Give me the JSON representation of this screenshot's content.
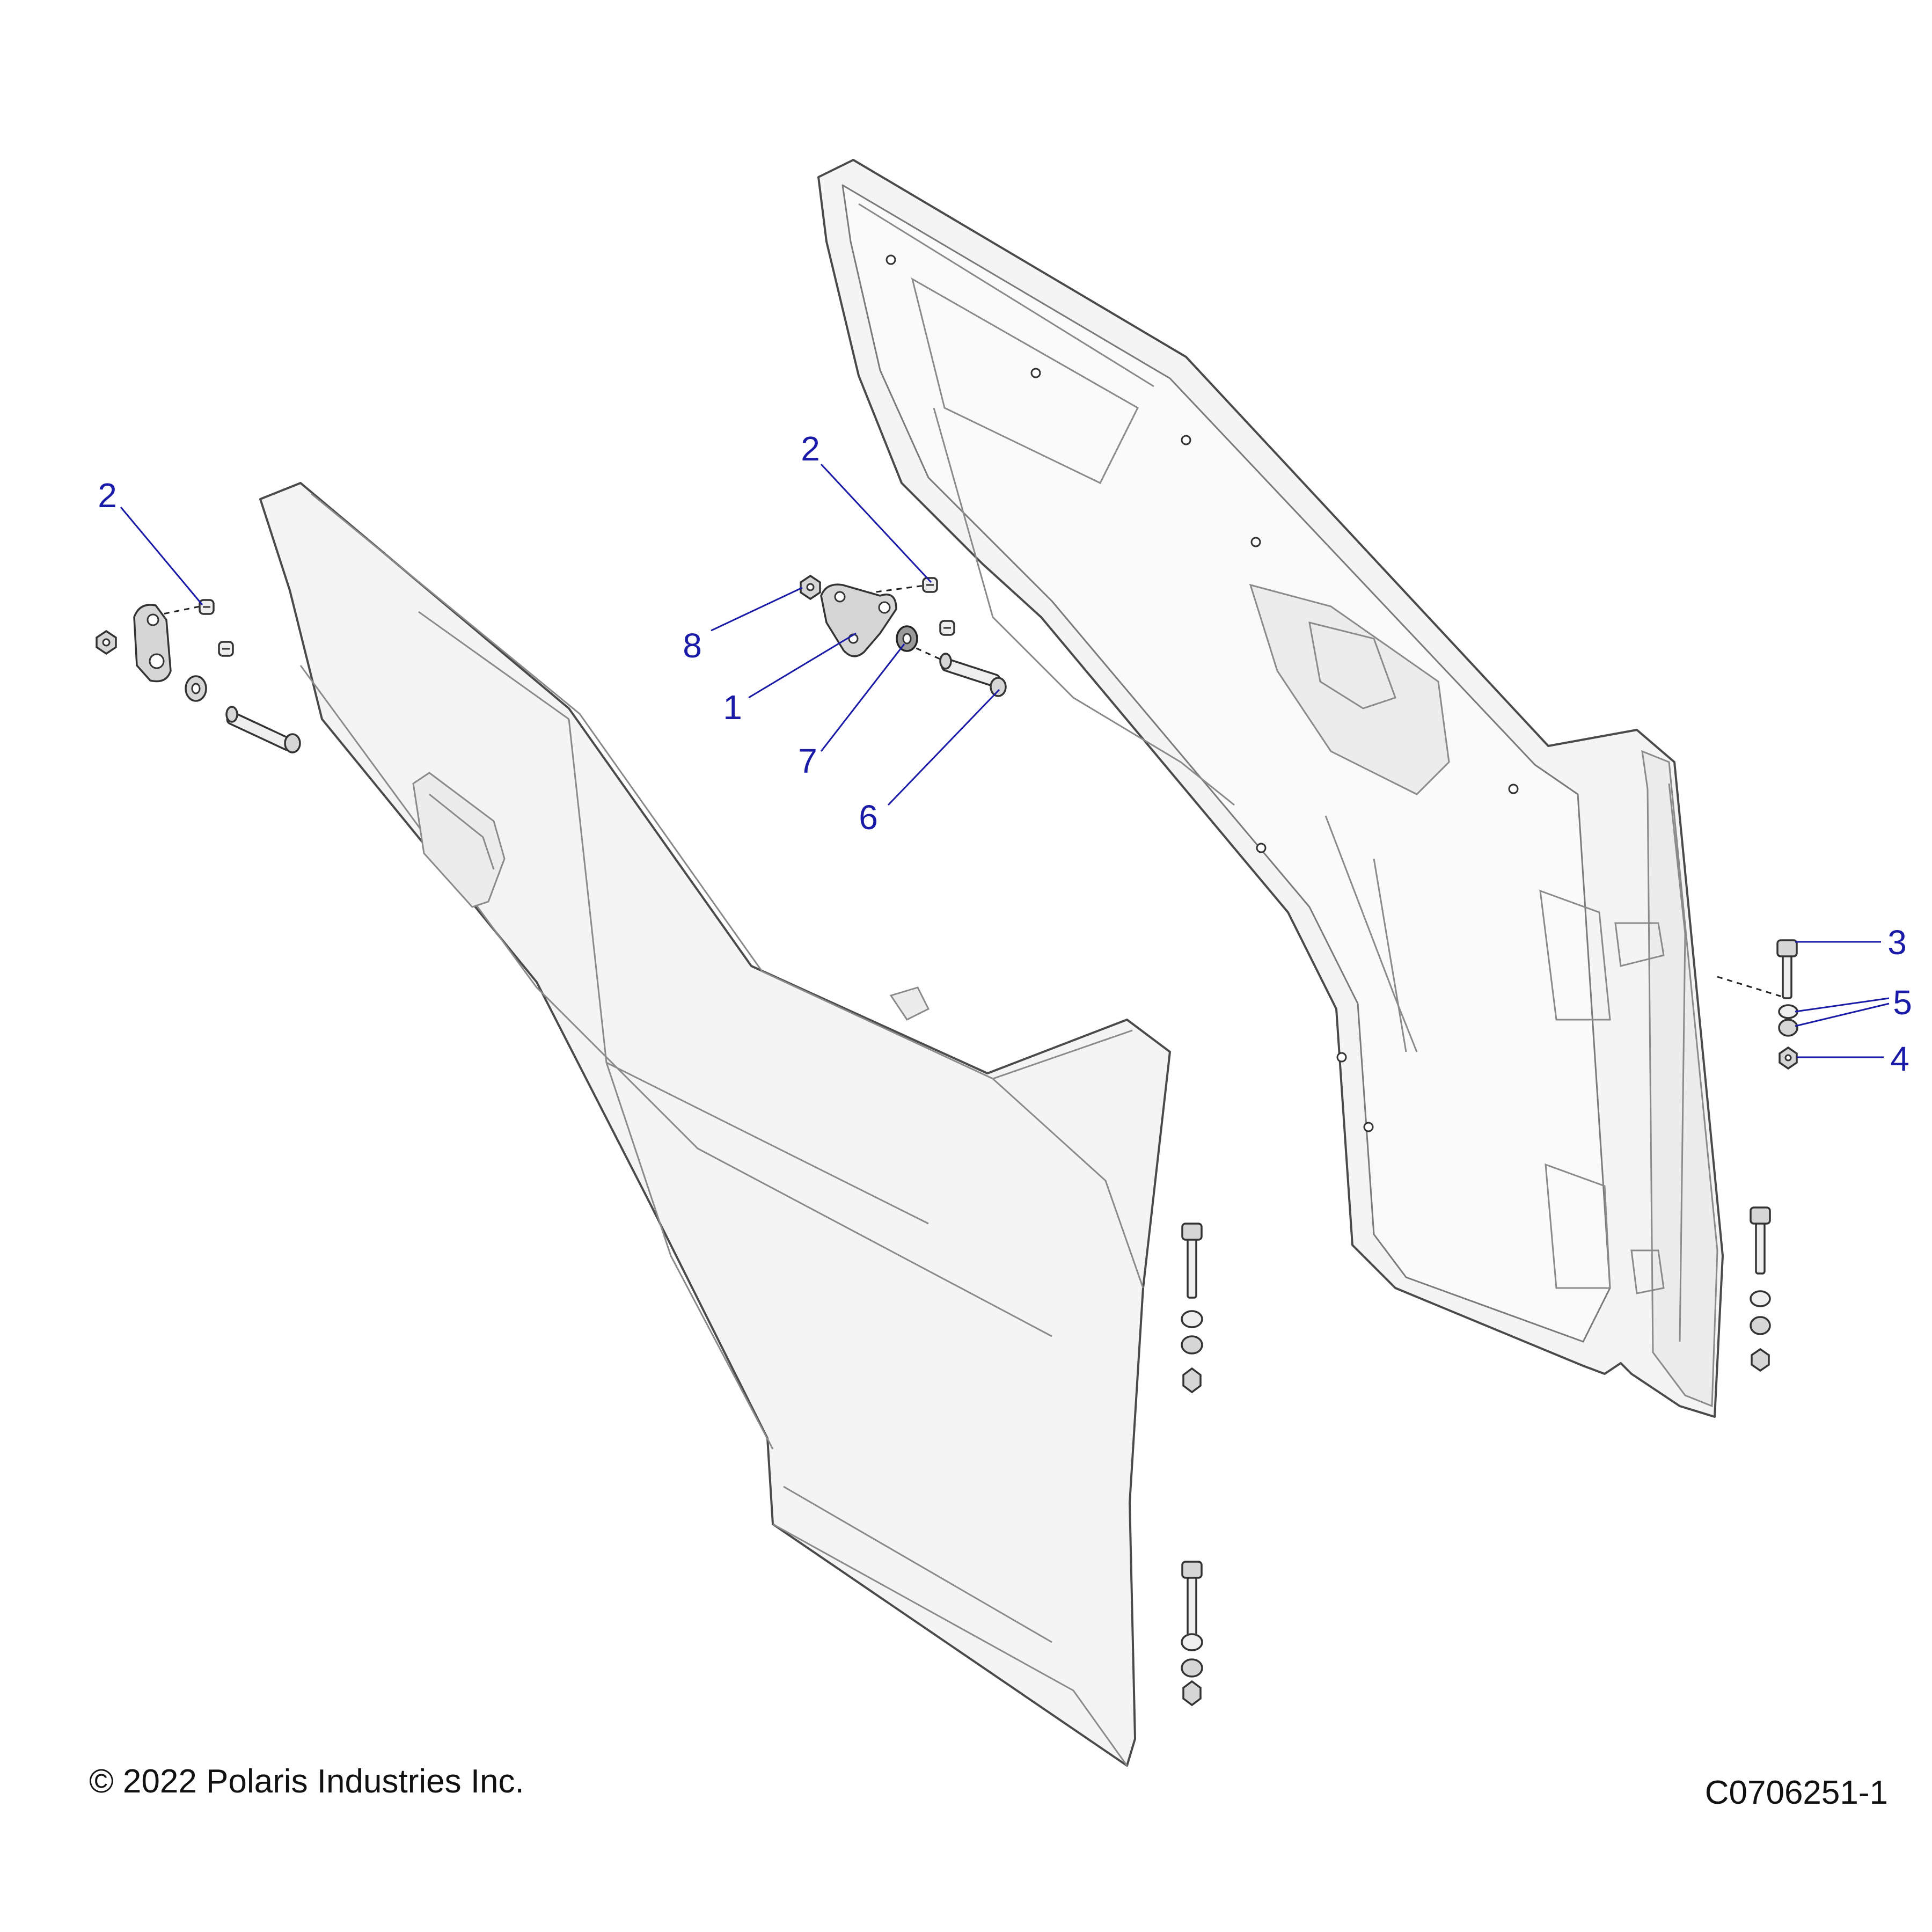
{
  "diagram": {
    "callouts": [
      "2",
      "8",
      "1",
      "7",
      "6",
      "2",
      "3",
      "5",
      "4"
    ],
    "colors": {
      "callout": "#1a1aa8",
      "line_art": "#333333",
      "panel_fill": "#f4f4f4"
    }
  },
  "footer": {
    "copyright": "© 2022 Polaris Industries Inc.",
    "drawing_number": "C0706251-1"
  }
}
